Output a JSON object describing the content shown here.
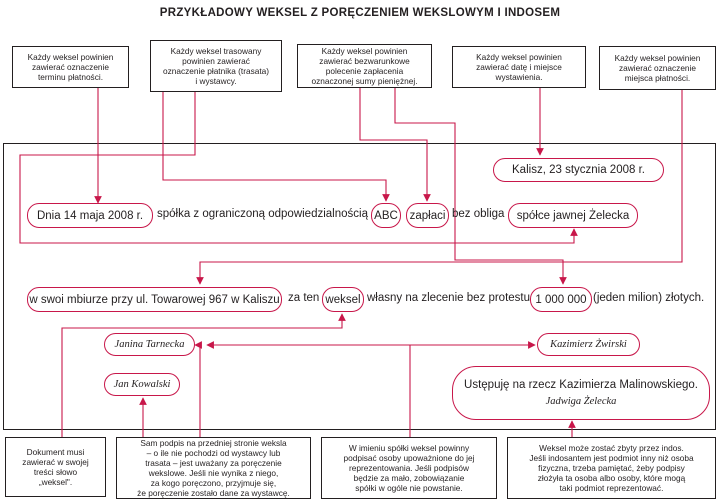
{
  "title": "PRZYKŁADOWY WEKSEL Z PORĘCZENIEM WEKSLOWYM I INDOSEM",
  "top_notes": [
    "Każdy weksel powinien\nzawierać oznaczenie\nterminu płatności.",
    "Każdy weksel trasowany\npowinien zawierać\noznaczenie płatnika (trasata)\ni wystawcy.",
    "Każdy weksel powinien\nzawierać bezwarunkowe\npolecenie zapłacenia\noznaczonej sumy pieniężnej.",
    "Każdy weksel powinien\nzawierać datę i miejsce\nwystawienia.",
    "Każdy weksel powinien\nzawierać oznaczenie\nmiejsca płatności."
  ],
  "bottom_notes": [
    "Dokument musi\nzawierać w swojej\ntreści słowo\n„weksel\".",
    "Sam podpis na przedniej stronie weksla\n– o ile nie pochodzi od  wystawcy lub\ntrasata – jest uważany za poręczenie\nwekslowe. Jeśli nie wynika z niego,\nza kogo poręczono, przyjmuje się,\nże poręczenie zostało dane za wystawcę.",
    "W imieniu spółki weksel powinny\npodpisać osoby upoważnione do jej\nreprezentowania. Jeśli podpisów\nbędzie za mało, zobowiązanie\nspółki w ogóle nie powstanie.",
    "Weksel może zostać zbyty przez indos.\nJeśli indosantem jest podmiot inny niż osoba\nfizyczna, trzeba pamiętać, żeby podpisy\nzłożyła ta osoba albo osoby, które mogą\ntaki podmiot reprezentować."
  ],
  "document": {
    "place_date": "Kalisz, 23 stycznia 2008 r.",
    "due_date": "Dnia 14 maja 2008 r.",
    "text_company": "spółka z ograniczoną odpowiedzialnością",
    "company_name": "ABC",
    "pay": "zapłaci",
    "text_bez_obliga": "bez obliga",
    "payee": "spółce jawnej Żelecka",
    "place_payment": "w swoi mbiurze przy ul. Towarowej 967 w Kaliszu",
    "text_za_ten": "za ten",
    "word_weksel": "weksel",
    "text_own": "własny na zlecenie bez protestu",
    "amount": "1 000 000",
    "amount_words": "(jeden milion) złotych.",
    "sig_1": "Janina Tarnecka",
    "sig_2": "Kazimierz Żwirski",
    "sig_3": "Jan Kowalski",
    "endorsement": "Ustępuję na rzecz Kazimierza Malinowskiego.",
    "endorser_sig": "Jadwiga Żelecka"
  },
  "colors": {
    "accent": "#c8174a",
    "text": "#231f20"
  }
}
